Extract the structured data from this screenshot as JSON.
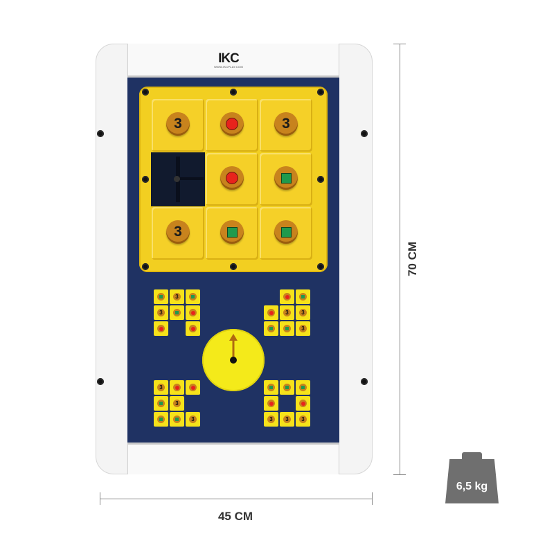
{
  "logo": {
    "mark": "IKC",
    "url": "WWW.IKCPLAY.COM"
  },
  "dimensions": {
    "width_label": "45 CM",
    "height_label": "70 CM"
  },
  "weight": {
    "label": "6,5 kg"
  },
  "puzzle": {
    "grid": [
      [
        "3",
        "red-dot",
        "3"
      ],
      [
        "empty",
        "red-dot",
        "green-square"
      ],
      [
        "3",
        "green-square",
        "green-square"
      ]
    ]
  },
  "patterns": {
    "top_left": [
      [
        "green-square",
        "3",
        "green-square"
      ],
      [
        "3",
        "green-square",
        "red-dot"
      ],
      [
        "red-dot",
        "",
        "red-dot"
      ]
    ],
    "top_right": [
      [
        "",
        "red-dot",
        "green-square"
      ],
      [
        "red-dot",
        "3",
        "3"
      ],
      [
        "green-square",
        "green-square",
        "3"
      ]
    ],
    "bottom_left": [
      [
        "3",
        "red-dot",
        "red-dot"
      ],
      [
        "green-square",
        "3",
        ""
      ],
      [
        "green-square",
        "green-square",
        "3"
      ]
    ],
    "bottom_right": [
      [
        "green-square",
        "green-square",
        "green-square"
      ],
      [
        "red-dot",
        "",
        "red-dot"
      ],
      [
        "3",
        "3",
        "3"
      ]
    ]
  },
  "colors": {
    "board": "#1f3263",
    "tile": "#f5d028",
    "red": "#e8231c",
    "green": "#1f9a4d",
    "knob": "#c8831d"
  }
}
